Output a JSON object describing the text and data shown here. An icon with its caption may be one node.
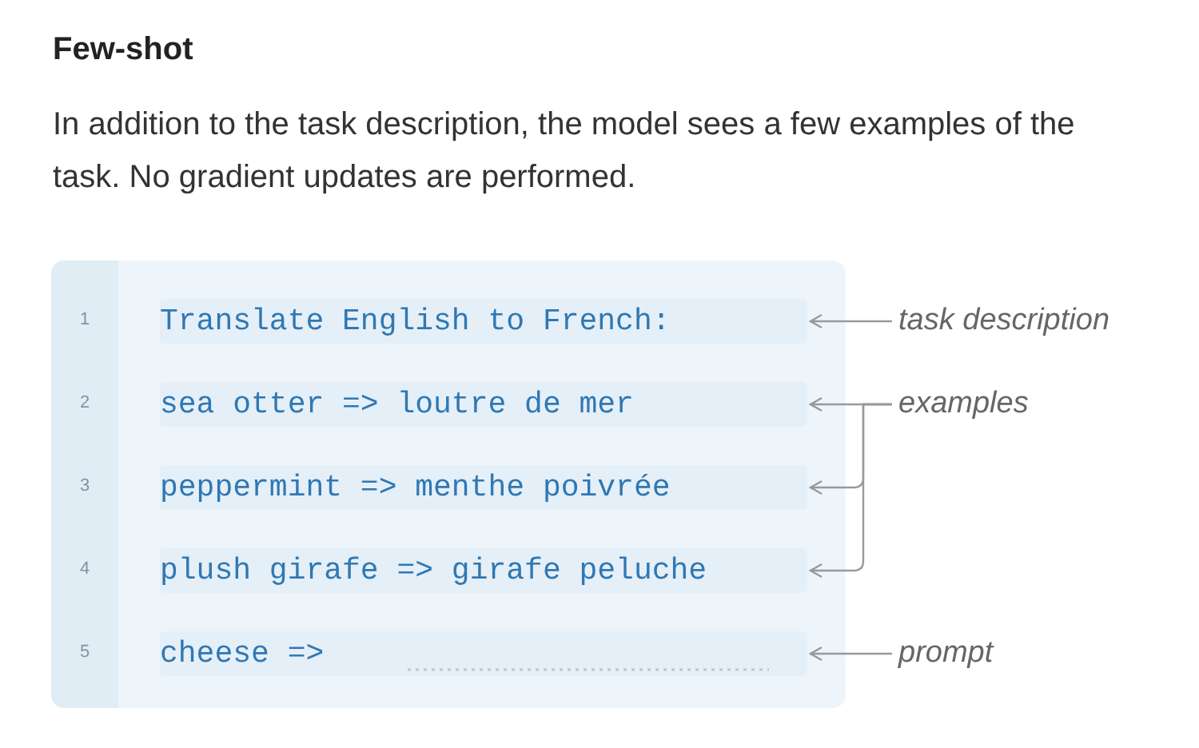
{
  "diagram": {
    "title": "Few-shot",
    "nodes": [
      {
        "text": [],
        "shape": "box"
      },
      {
        "text": [
          "Translate English to French:"
        ],
        "in": 0
      },
      {
        "text": [
          "sea otter => loutre de mer"
        ],
        "in": 0
      },
      {
        "text": [
          "peppermint => menthe poivrée"
        ],
        "in": 0
      },
      {
        "text": [
          "plush girafe => girafe peluche"
        ],
        "in": 0
      },
      {
        "text": [
          "cheese =>"
        ],
        "in": 0
      },
      {
        "text": [
          "task description"
        ]
      },
      {
        "text": [
          "examples"
        ]
      },
      {
        "text": [
          "prompt"
        ]
      }
    ],
    "edges": [
      {
        "from": 6,
        "to": 1,
        "arrow": "to"
      },
      {
        "from": 7,
        "to": 2,
        "arrow": "to"
      },
      {
        "from": 7,
        "to": 3,
        "arrow": "to"
      },
      {
        "from": 7,
        "to": 4,
        "arrow": "to"
      },
      {
        "from": 8,
        "to": 5,
        "arrow": "to"
      }
    ],
    "labels": [
      "In addition to the task description, the model sees a few examples of the task. No gradient updates are performed.",
      "1",
      "2",
      "3",
      "4",
      "5"
    ]
  }
}
